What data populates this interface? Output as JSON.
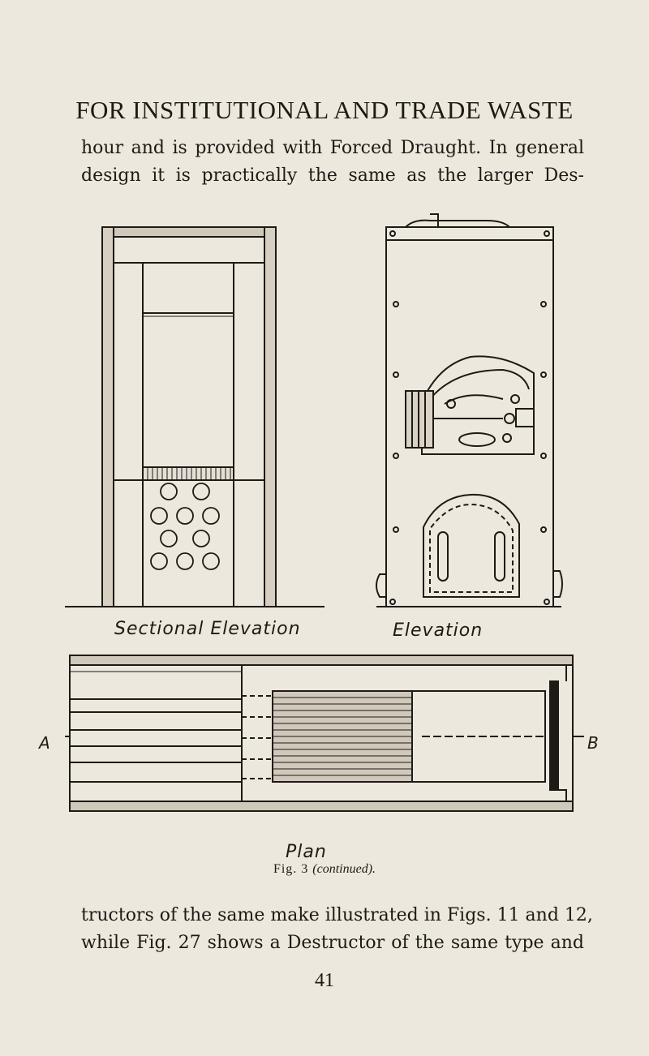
{
  "page": {
    "running_head": "FOR INSTITUTIONAL AND TRADE WASTE",
    "paragraph_top": [
      "hour and is provided with Forced Draught. In general",
      "design it is practically the same as the larger Des-"
    ],
    "paragraph_bottom": [
      "tructors of the same make illustrated in Figs. 11 and 12,",
      "while Fig. 27 shows a Destructor of the same type and"
    ],
    "page_number": "41"
  },
  "figure": {
    "label_sectional": "Sectional Elevation",
    "label_elevation": "Elevation",
    "label_plan": "Plan",
    "marker_a": "A",
    "marker_b": "B",
    "caption_fig": "Fig. 3",
    "caption_note": "(continued)."
  }
}
